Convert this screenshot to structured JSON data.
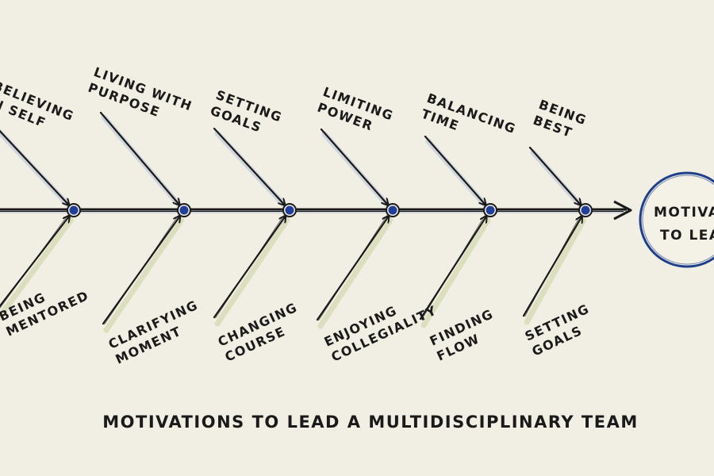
{
  "diagram": {
    "title": "MOTIVATIONS TO LEAD A MULTIDISCIPLINARY TEAM",
    "head": [
      "MOTIVA",
      "TO LEA"
    ],
    "top_causes": [
      [
        "BELIEVING",
        "IN SELF"
      ],
      [
        "LIVING WITH",
        "PURPOSE"
      ],
      [
        "SETTING",
        "GOALS"
      ],
      [
        "LIMITING",
        "POWER"
      ],
      [
        "BALANCING",
        "TIME"
      ],
      [
        "BEING",
        "BEST"
      ]
    ],
    "bottom_causes": [
      [
        "BEING",
        "MENTORED"
      ],
      [
        "CLARIFYING",
        "MOMENT"
      ],
      [
        "CHANGING",
        "COURSE"
      ],
      [
        "ENJOYING",
        "COLLEGIALITY"
      ],
      [
        "FINDING",
        "FLOW"
      ],
      [
        "SETTING",
        "GOALS"
      ]
    ],
    "colors": {
      "background": "#f1eee3",
      "ink": "#1a1a1a",
      "node": "#1f3f9a",
      "head_ring": "#1f3f8a",
      "top_shadow": "#b9c6d8",
      "bottom_shadow": "#cfd6a6"
    }
  }
}
